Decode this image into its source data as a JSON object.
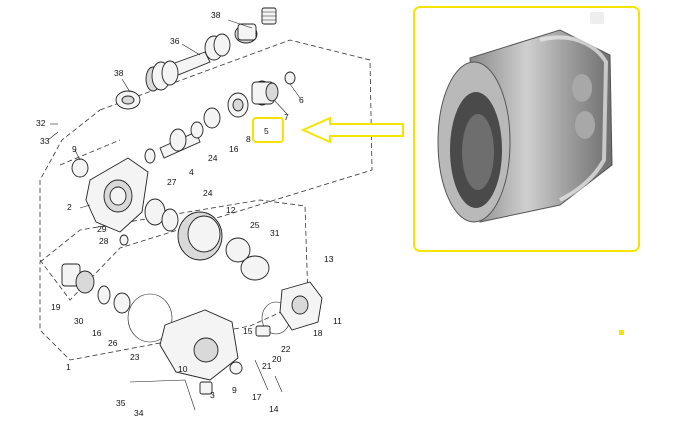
{
  "highlight_color": "#f5e400",
  "callouts": [
    {
      "label": "38"
    },
    {
      "label": "36"
    },
    {
      "label": "38"
    },
    {
      "label": "6"
    },
    {
      "label": "7"
    },
    {
      "label": "5"
    },
    {
      "label": "32"
    },
    {
      "label": "33"
    },
    {
      "label": "9"
    },
    {
      "label": "8"
    },
    {
      "label": "16"
    },
    {
      "label": "24"
    },
    {
      "label": "4"
    },
    {
      "label": "27"
    },
    {
      "label": "2"
    },
    {
      "label": "24"
    },
    {
      "label": "12"
    },
    {
      "label": "25"
    },
    {
      "label": "31"
    },
    {
      "label": "29"
    },
    {
      "label": "28"
    },
    {
      "label": "13"
    },
    {
      "label": "19"
    },
    {
      "label": "30"
    },
    {
      "label": "16"
    },
    {
      "label": "26"
    },
    {
      "label": "23"
    },
    {
      "label": "1"
    },
    {
      "label": "18"
    },
    {
      "label": "11"
    },
    {
      "label": "15"
    },
    {
      "label": "22"
    },
    {
      "label": "20"
    },
    {
      "label": "21"
    },
    {
      "label": "10"
    },
    {
      "label": "3"
    },
    {
      "label": "9"
    },
    {
      "label": "17"
    },
    {
      "label": "14"
    },
    {
      "label": "35"
    },
    {
      "label": "34"
    }
  ],
  "highlighted_part": "5"
}
